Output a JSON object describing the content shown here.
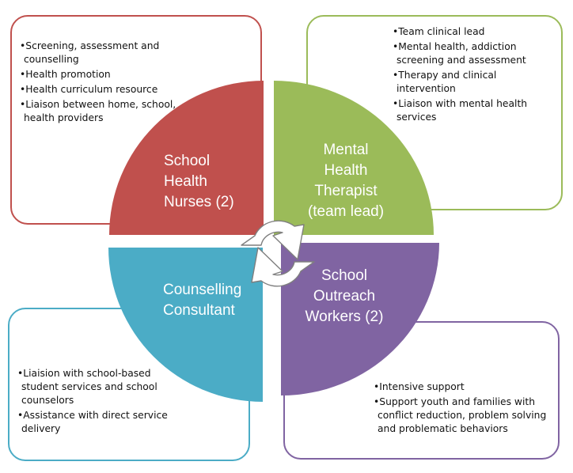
{
  "colors": {
    "nurses": "#c0504d",
    "therapist": "#9bbb59",
    "counselling": "#4bacc6",
    "outreach": "#8064a2",
    "cycle_arrows": "#ffffff"
  },
  "center_icon": "cycle-arrows-icon",
  "quadrants": {
    "nurses": {
      "lines": [
        "School",
        "Health",
        "Nurses (2)"
      ]
    },
    "therapist": {
      "lines": [
        "Mental",
        "Health",
        "Therapist",
        "(team lead)"
      ]
    },
    "counselling": {
      "lines": [
        "Counselling",
        "Consultant"
      ]
    },
    "outreach": {
      "lines": [
        "School",
        "Outreach",
        "Workers (2)"
      ]
    }
  },
  "boxes": {
    "nurses": {
      "items": [
        "Screening, assessment and counselling",
        "Health promotion",
        "Health curriculum resource",
        "Liaison between home, school, health providers"
      ]
    },
    "therapist": {
      "items": [
        "Team clinical lead",
        "Mental health, addiction screening and assessment",
        "Therapy and clinical intervention",
        "Liaison with mental health services"
      ]
    },
    "counselling": {
      "items": [
        "Liaision with school-based student services and school counselors",
        "Assistance with direct service  delivery"
      ]
    },
    "outreach": {
      "items": [
        "Intensive support",
        "Support youth and families with conflict reduction, problem solving and problematic behaviors"
      ]
    }
  }
}
